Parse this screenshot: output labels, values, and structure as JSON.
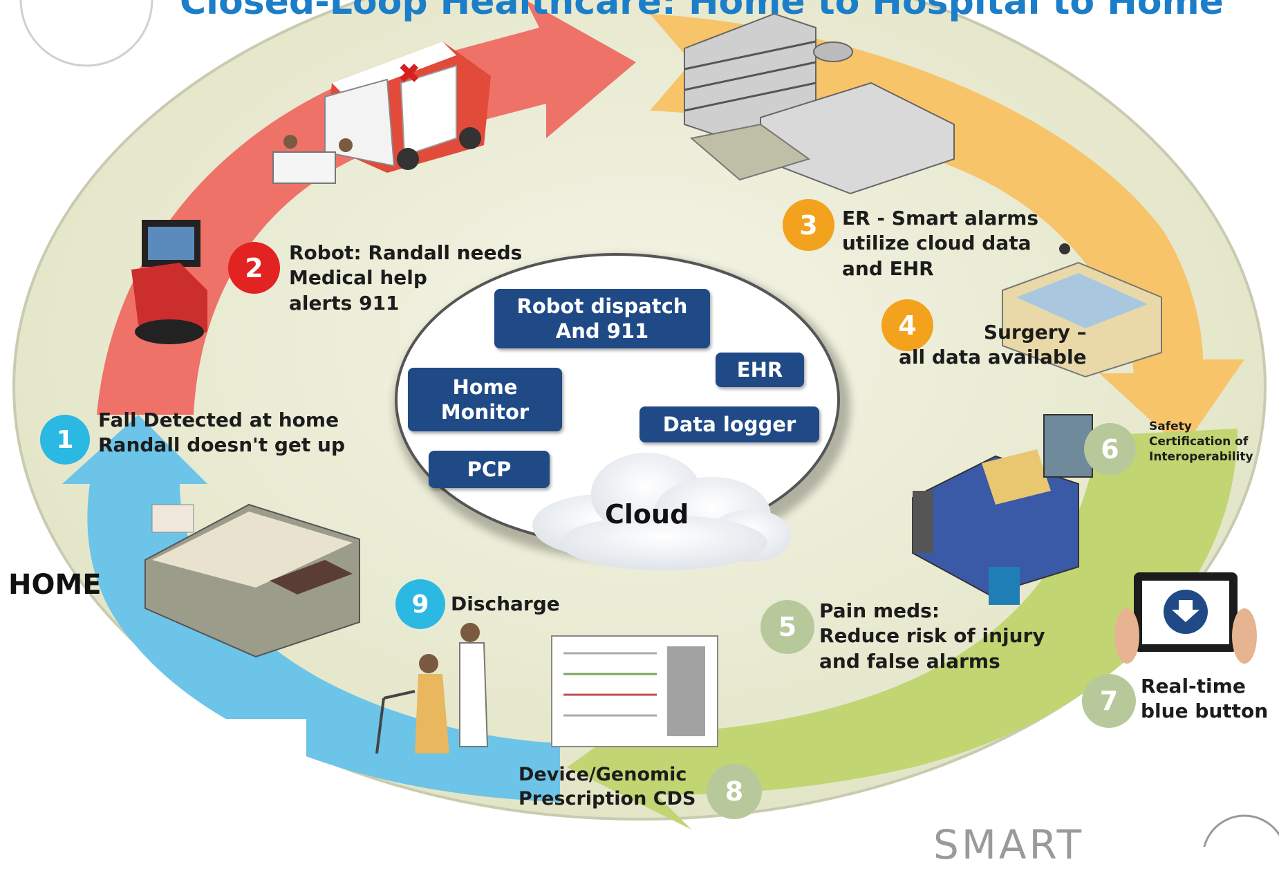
{
  "title": "Closed-Loop Healthcare: Home to Hospital to Home",
  "home_label": "HOME",
  "cloud_label": "Cloud",
  "cloud_boxes": {
    "robot_dispatch": "Robot dispatch\nAnd 911",
    "ehr": "EHR",
    "home_monitor": "Home\nMonitor",
    "data_logger": "Data logger",
    "pcp": "PCP"
  },
  "steps": [
    {
      "number": "1",
      "text": "Fall Detected at home\nRandall doesn't get up",
      "color": "#2bb8e3"
    },
    {
      "number": "2",
      "text": "Robot: Randall needs\nMedical help\nalerts 911",
      "color": "#e32222"
    },
    {
      "number": "3",
      "text": "ER - Smart alarms\nutilize cloud data\nand EHR",
      "color": "#f2a21d"
    },
    {
      "number": "4",
      "text": "Surgery –\nall data available",
      "color": "#f2a21d"
    },
    {
      "number": "5",
      "text": "Pain meds:\n Reduce risk of injury\nand false alarms",
      "color": "#b7c99a"
    },
    {
      "number": "6",
      "text": "Safety\nCertification of\nInteroperability",
      "color": "#b7c99a"
    },
    {
      "number": "7",
      "text": "Real-time\nblue button",
      "color": "#b7c99a"
    },
    {
      "number": "8",
      "text": "Device/Genomic\nPrescription CDS",
      "color": "#b7c99a"
    },
    {
      "number": "9",
      "text": "Discharge",
      "color": "#2bb8e3"
    }
  ],
  "logo_text": "SMART",
  "colors": {
    "segment_red": "#ee7268",
    "segment_orange": "#f7c46a",
    "segment_green": "#c1d672",
    "segment_blue": "#6cc4e8",
    "ring_bg": "#ecedd5",
    "box_blue": "#1f4a86"
  }
}
